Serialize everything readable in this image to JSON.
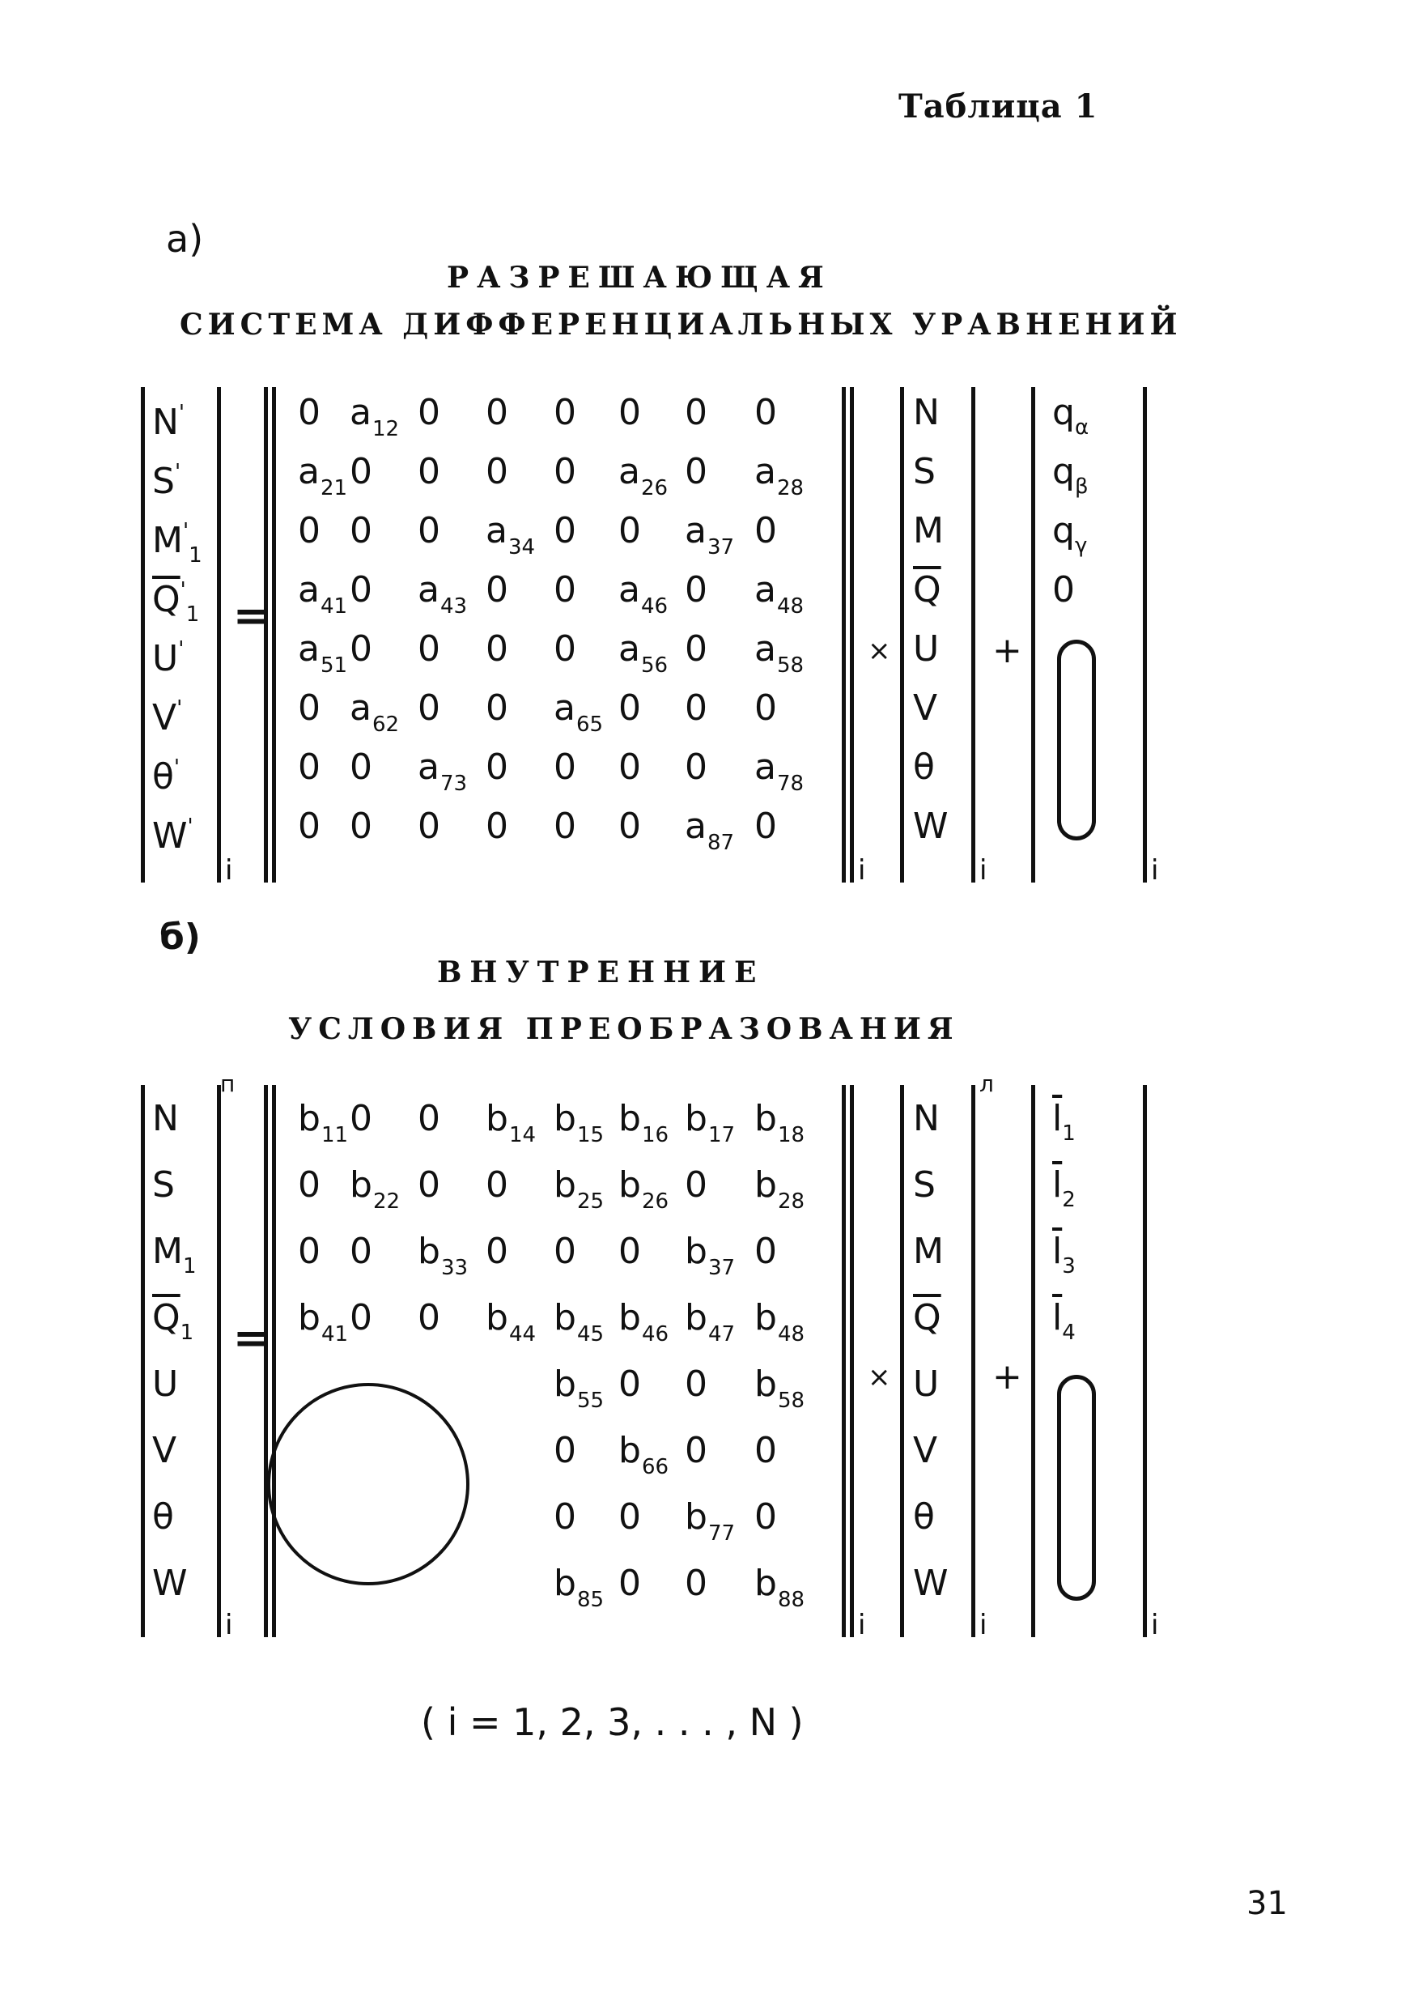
{
  "header": {
    "table_label": "Таблица 1",
    "page_number": "31"
  },
  "section_a": {
    "marker": "а)",
    "title_line1": "РАЗРЕШАЮЩАЯ",
    "title_line2": "СИСТЕМА  ДИФФЕРЕНЦИАЛЬНЫХ  УРАВНЕНИЙ",
    "lhs": [
      "N'",
      "S'",
      "M'₁",
      "Q̄'₁",
      "U'",
      "V'",
      "θ'",
      "W'"
    ],
    "matrix": [
      [
        "0",
        "a12",
        "0",
        "0",
        "0",
        "0",
        "0",
        "0"
      ],
      [
        "a21",
        "0",
        "0",
        "0",
        "0",
        "a26",
        "0",
        "a28"
      ],
      [
        "0",
        "0",
        "0",
        "a34",
        "0",
        "0",
        "a37",
        "0"
      ],
      [
        "a41",
        "0",
        "a43",
        "0",
        "0",
        "a46",
        "0",
        "a48"
      ],
      [
        "a51",
        "0",
        "0",
        "0",
        "0",
        "a56",
        "0",
        "a58"
      ],
      [
        "0",
        "a62",
        "0",
        "0",
        "a65",
        "0",
        "0",
        "0"
      ],
      [
        "0",
        "0",
        "a73",
        "0",
        "0",
        "0",
        "0",
        "a78"
      ],
      [
        "0",
        "0",
        "0",
        "0",
        "0",
        "0",
        "a87",
        "0"
      ]
    ],
    "state": [
      "N",
      "S",
      "M",
      "Q̄",
      "U",
      "V",
      "θ",
      "W"
    ],
    "load": [
      "qα",
      "qβ",
      "qγ",
      "0"
    ],
    "index": "i",
    "eq": "=",
    "times": "×",
    "plus": "+"
  },
  "section_b": {
    "marker": "б)",
    "title_line1": "ВНУТРЕННИЕ",
    "title_line2": "УСЛОВИЯ  ПРЕОБРАЗОВАНИЯ",
    "lhs": [
      "N",
      "S",
      "M₁",
      "Q̄₁",
      "U",
      "V",
      "θ",
      "W"
    ],
    "lhs_superscript": "п",
    "matrix": [
      [
        "b11",
        "0",
        "0",
        "b14",
        "b15",
        "b16",
        "b17",
        "b18"
      ],
      [
        "0",
        "b22",
        "0",
        "0",
        "b25",
        "b26",
        "0",
        "b28"
      ],
      [
        "0",
        "0",
        "b33",
        "0",
        "0",
        "0",
        "b37",
        "0"
      ],
      [
        "b41",
        "0",
        "0",
        "b44",
        "b45",
        "b46",
        "b47",
        "b48"
      ],
      [
        "",
        "",
        "",
        "",
        "b55",
        "0",
        "0",
        "b58"
      ],
      [
        "",
        "",
        "",
        "",
        "0",
        "b66",
        "0",
        "0"
      ],
      [
        "",
        "",
        "",
        "",
        "0",
        "0",
        "b77",
        "0"
      ],
      [
        "",
        "",
        "",
        "",
        "b85",
        "0",
        "0",
        "b88"
      ]
    ],
    "state": [
      "N",
      "S",
      "M",
      "Q̄",
      "U",
      "V",
      "θ",
      "W"
    ],
    "state_superscript": "л",
    "rhs": [
      "l̄1",
      "l̄2",
      "l̄3",
      "l̄4"
    ],
    "index": "i",
    "eq": "=",
    "times": "×",
    "plus": "+"
  },
  "footer_formula": "( i = 1, 2, 3, . . . , N )"
}
